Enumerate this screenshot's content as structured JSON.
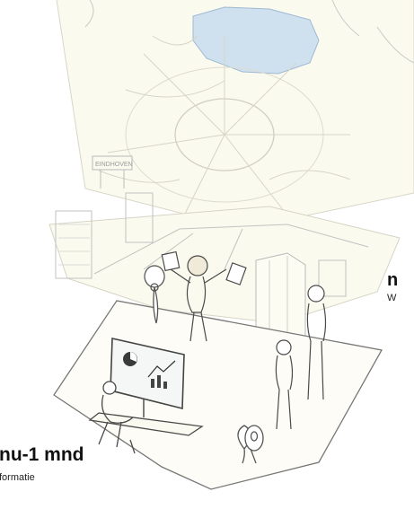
{
  "captions": {
    "right": {
      "title": "n",
      "subtitle": "W"
    },
    "left": {
      "title": "nu-1 mnd",
      "subtitle": "formatie"
    }
  },
  "illustration": {
    "sign_text": "EINDHOVEN",
    "colors": {
      "city_blue": "#cfe0ef",
      "layer_tint": "#fbfaee",
      "line": "#7a7a7a"
    }
  }
}
